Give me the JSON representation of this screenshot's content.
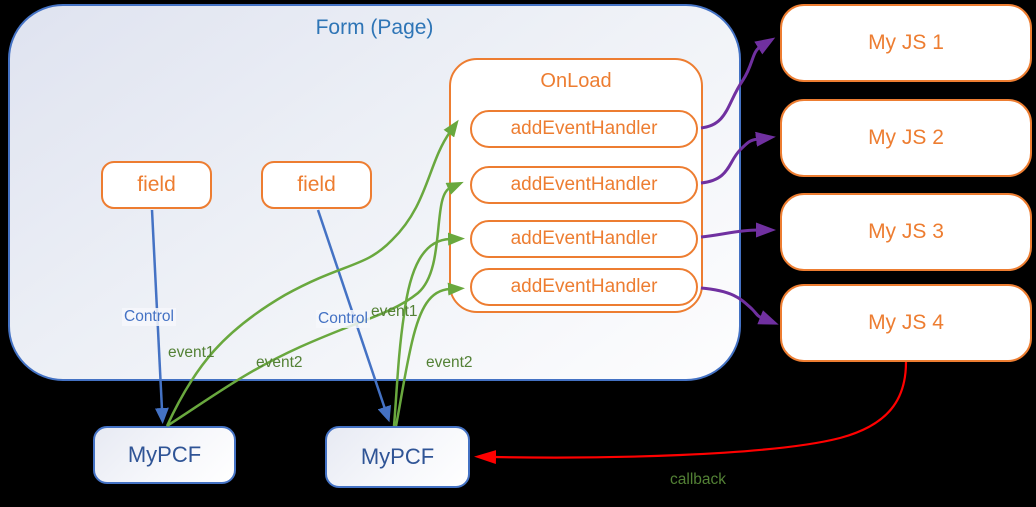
{
  "form": {
    "title": "Form (Page)"
  },
  "fields": {
    "field1": "field",
    "field2": "field"
  },
  "onload": {
    "title": "OnLoad",
    "handlers": [
      "addEventHandler",
      "addEventHandler",
      "addEventHandler",
      "addEventHandler"
    ]
  },
  "js_modules": [
    "My JS 1",
    "My JS 2",
    "My JS 3",
    "My JS 4"
  ],
  "pcf": {
    "pcf1": "MyPCF",
    "pcf2": "MyPCF"
  },
  "edge_labels": {
    "control_left": "Control",
    "control_right": "Control",
    "event1_left": "event1",
    "event2_left": "event2",
    "event1_right": "event1",
    "event2_right": "event2",
    "callback": "callback"
  },
  "colors": {
    "orange": "#ED7D31",
    "blue": "#4472C4",
    "title_blue": "#2E75B6",
    "pcf_text": "#2F5496",
    "green": "#69A83E",
    "green_label": "#538135",
    "purple": "#7030A0",
    "red": "#FF0000"
  }
}
